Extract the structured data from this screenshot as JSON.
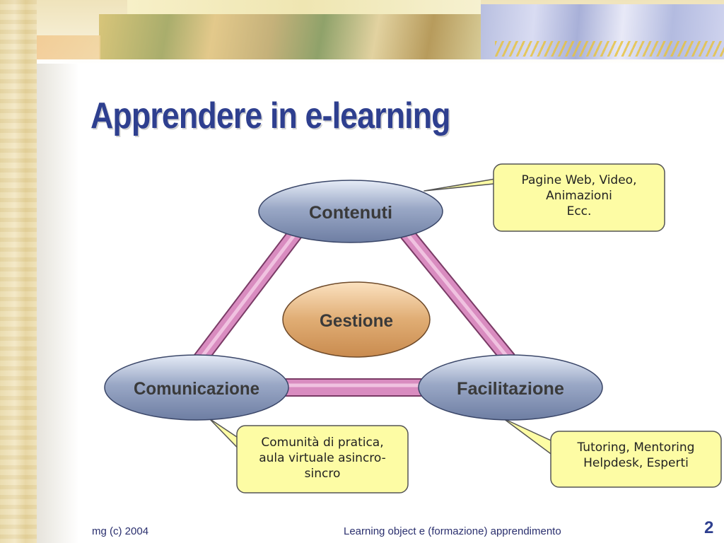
{
  "slide": {
    "title": "Apprendere in e-learning",
    "footer_left": "mg (c) 2004",
    "footer_center": "Learning object e (formazione) apprendimento",
    "page_number": "2"
  },
  "diagram": {
    "nodes": {
      "top": "Contenuti",
      "center": "Gestione",
      "left": "Comunicazione",
      "right": "Facilitazione"
    },
    "callouts": {
      "top": "Pagine Web, Video,\nAnimazioni\nEcc.",
      "left": "Comunità di pratica,\naula virtuale asincro-\nsincro",
      "right": "Tutoring, Mentoring\nHelpdesk, Esperti"
    },
    "colors": {
      "title": "#2e3f8f",
      "node_fill": "#8d9dbd",
      "center_fill": "#d9a56c",
      "connector": "#d98cc0",
      "callout_fill": "#fdfca4"
    }
  }
}
